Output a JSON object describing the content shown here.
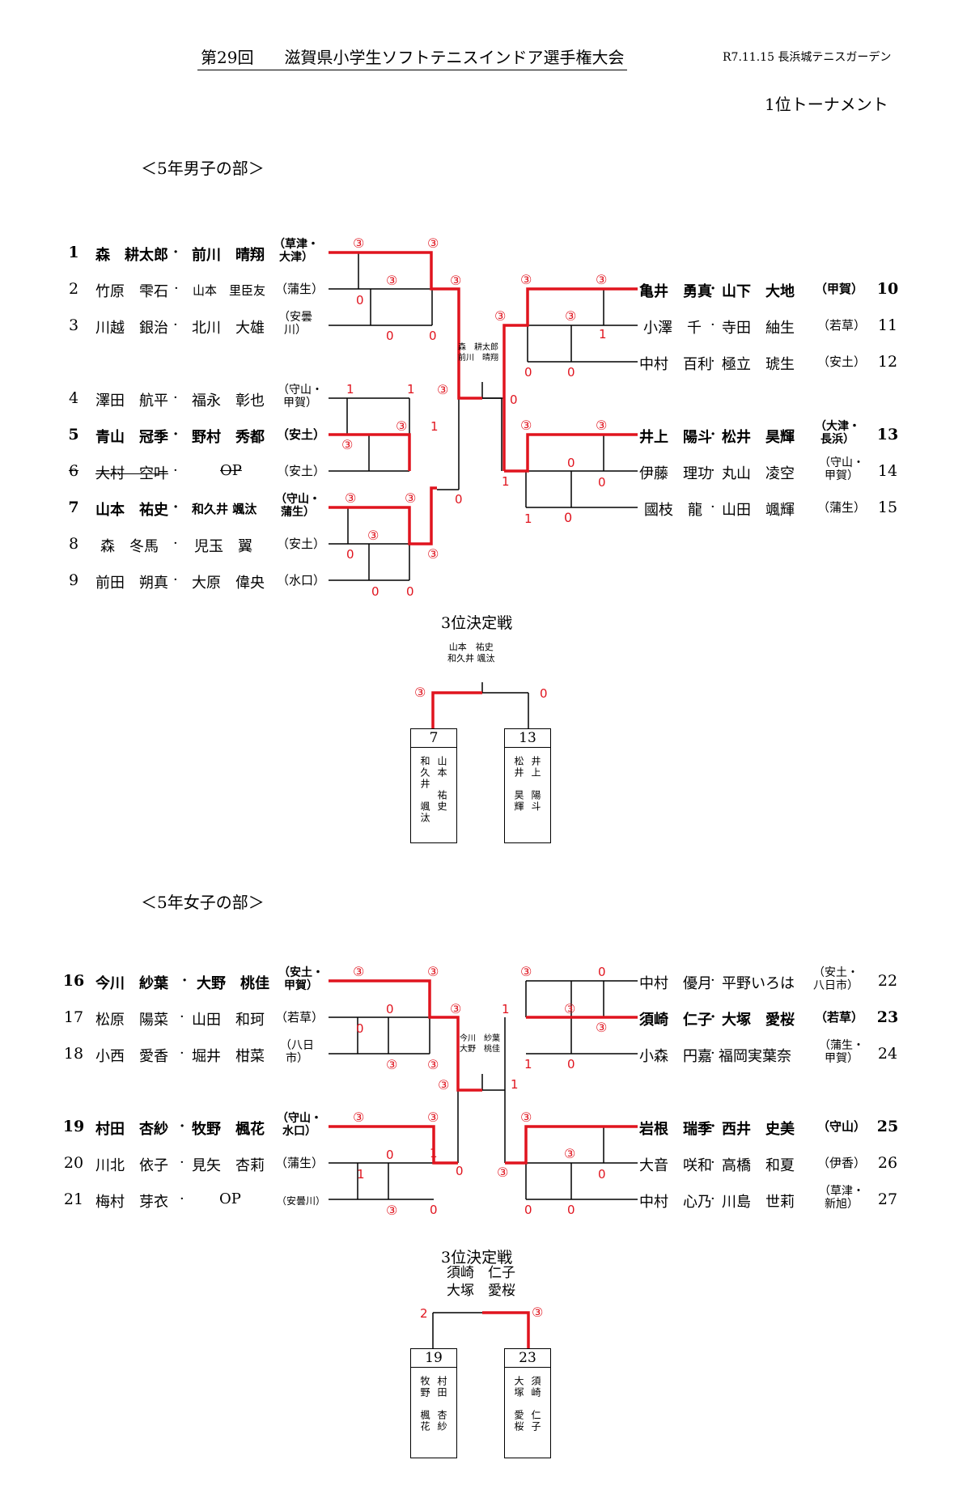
{
  "header": {
    "edition": "第29回",
    "title": "滋賀県小学生ソフトテニスインドア選手権大会",
    "venue": "R7.11.15 長浜城テニスガーデン",
    "tournament_type": "1位トーナメント"
  },
  "colors": {
    "win_line": "#e0141e",
    "score": "#e0141e",
    "line": "#000000"
  },
  "boys": {
    "section_title": "＜5年男子の部＞",
    "teams": [
      {
        "no": "1",
        "p1": "森　耕太郎",
        "p2": "前川　晴翔",
        "aff": [
          "（草津・",
          "大津）"
        ]
      },
      {
        "no": "2",
        "p1": "竹原　雫石",
        "p2": "山本　里臣友",
        "aff": [
          "（蒲生）"
        ]
      },
      {
        "no": "3",
        "p1": "川越　銀治",
        "p2": "北川　大雄",
        "aff": [
          "（安曇",
          "川）"
        ]
      },
      {
        "no": "4",
        "p1": "澤田　航平",
        "p2": "福永　彰也",
        "aff": [
          "（守山・",
          "甲賀）"
        ]
      },
      {
        "no": "5",
        "p1": "青山　冠季",
        "p2": "野村　秀都",
        "aff": [
          "（安土）"
        ]
      },
      {
        "no": "6",
        "p1": "大村　空叶",
        "p2": "OP",
        "aff": [
          "（安土）"
        ]
      },
      {
        "no": "7",
        "p1": "山本　祐史",
        "p2": "和久井 颯汰",
        "aff": [
          "（守山・",
          "蒲生）"
        ]
      },
      {
        "no": "8",
        "p1": "森　冬馬",
        "p2": "児玉　翼",
        "aff": [
          "（安土）"
        ]
      },
      {
        "no": "9",
        "p1": "前田　朔真",
        "p2": "大原　偉央",
        "aff": [
          "（水口）"
        ]
      },
      {
        "no": "10",
        "p1": "亀井　勇真",
        "p2": "山下　大地",
        "aff": [
          "（甲賀）"
        ]
      },
      {
        "no": "11",
        "p1": "小澤　千",
        "p2": "寺田　紬生",
        "aff": [
          "（若草）"
        ]
      },
      {
        "no": "12",
        "p1": "中村　百利",
        "p2": "極立　琥生",
        "aff": [
          "（安土）"
        ]
      },
      {
        "no": "13",
        "p1": "井上　陽斗",
        "p2": "松井　昊輝",
        "aff": [
          "（大津・",
          "長浜）"
        ]
      },
      {
        "no": "14",
        "p1": "伊藤　理功",
        "p2": "丸山　凌空",
        "aff": [
          "（守山・",
          "甲賀）"
        ]
      },
      {
        "no": "15",
        "p1": "國枝　龍",
        "p2": "山田　颯輝",
        "aff": [
          "（蒲生）"
        ]
      }
    ],
    "champion": [
      "森　耕太郎",
      "前川　晴翔"
    ],
    "third_place": {
      "title": "3位決定戦",
      "winner": [
        "山本　祐史",
        "和久井 颯汰"
      ],
      "left": {
        "no": "7",
        "names": [
          "山本　祐史",
          "和久井　颯汰"
        ]
      },
      "right": {
        "no": "13",
        "names": [
          "井上　陽斗",
          "松井　昊輝"
        ]
      }
    }
  },
  "girls": {
    "section_title": "＜5年女子の部＞",
    "teams": [
      {
        "no": "16",
        "p1": "今川　紗葉",
        "p2": "大野　桃佳",
        "aff": [
          "（安土・",
          "甲賀）"
        ]
      },
      {
        "no": "17",
        "p1": "松原　陽菜",
        "p2": "山田　和珂",
        "aff": [
          "（若草）"
        ]
      },
      {
        "no": "18",
        "p1": "小西　愛香",
        "p2": "堀井　柑菜",
        "aff": [
          "（八日",
          "市）"
        ]
      },
      {
        "no": "19",
        "p1": "村田　杏紗",
        "p2": "牧野　楓花",
        "aff": [
          "（守山・",
          "水口）"
        ]
      },
      {
        "no": "20",
        "p1": "川北　依子",
        "p2": "見矢　杏莉",
        "aff": [
          "（蒲生）"
        ]
      },
      {
        "no": "21",
        "p1": "梅村　芽衣",
        "p2": "OP",
        "aff": [
          "（安曇川）"
        ]
      },
      {
        "no": "22",
        "p1": "中村　優月",
        "p2": "平野いろは",
        "aff": [
          "（安土・",
          "八日市）"
        ]
      },
      {
        "no": "23",
        "p1": "須崎　仁子",
        "p2": "大塚　愛桜",
        "aff": [
          "（若草）"
        ]
      },
      {
        "no": "24",
        "p1": "小森　円嘉",
        "p2": "福岡実葉奈",
        "aff": [
          "（蒲生・",
          "甲賀）"
        ]
      },
      {
        "no": "25",
        "p1": "岩根　瑞季",
        "p2": "西井　史美",
        "aff": [
          "（守山）"
        ]
      },
      {
        "no": "26",
        "p1": "大音　咲和",
        "p2": "高橋　和夏",
        "aff": [
          "（伊香）"
        ]
      },
      {
        "no": "27",
        "p1": "中村　心乃",
        "p2": "川島　世莉",
        "aff": [
          "（草津・",
          "新旭）"
        ]
      }
    ],
    "champion": [
      "今川　紗葉",
      "大野　桃佳"
    ],
    "third_place": {
      "title": "3位決定戦",
      "winner": [
        "須崎　仁子",
        "大塚　愛桜"
      ],
      "left": {
        "no": "19",
        "names": [
          "村田　杏紗",
          "牧野　楓花"
        ]
      },
      "right": {
        "no": "23",
        "names": [
          "須崎　仁子",
          "大塚　愛桜"
        ]
      }
    }
  },
  "scores": {
    "b1": "③",
    "b2": "③",
    "b3": "0",
    "b4": "③",
    "b5": "0",
    "b6": "0",
    "b7": "③",
    "b8": "1",
    "b9": "1",
    "b10": "③",
    "b11": "③",
    "b12": "1",
    "b13": "③",
    "b14": "③",
    "b15": "0",
    "b16": "③",
    "b17": "0",
    "b18": "0",
    "b19": "0",
    "b20": "③",
    "b21": "③",
    "b22": "③",
    "b23": "③",
    "b24": "③",
    "b25": "1",
    "b26": "0",
    "b27": "0",
    "b28": "0",
    "b29": "③",
    "b30": "③",
    "b31": "0",
    "b32": "0",
    "b33": "1",
    "b34": "1",
    "b35": "③",
    "b36": "0",
    "b37": "③",
    "b38": "0",
    "g1": "③",
    "g2": "③",
    "g3": "0",
    "g4": "0",
    "g5": "③",
    "g6": "③",
    "g7": "③",
    "g8": "③",
    "g9": "0",
    "g10": "1",
    "g11": "③",
    "g12": "1",
    "g13": "0",
    "g14": "③",
    "g15": "0",
    "g16": "1",
    "g17": "③",
    "g18": "③",
    "g19": "1",
    "g20": "0",
    "g21": "1",
    "g22": "③",
    "g23": "③",
    "g24": "③",
    "g25": "0",
    "g26": "③",
    "g27": "0",
    "g28": "③",
    "g29": "0",
    "g30": "0",
    "g31": "2",
    "g32": "③"
  }
}
